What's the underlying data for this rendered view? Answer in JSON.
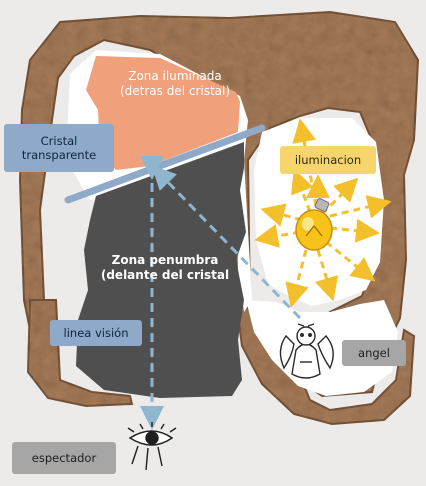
{
  "labels": {
    "zona_iluminada": [
      "Zona iluminada",
      "(detras del cristal)"
    ],
    "cristal": [
      "Cristal",
      "transparente"
    ],
    "zona_penumbra": [
      "Zona penumbra",
      "(delante del cristal"
    ],
    "linea_vision": "linea visión",
    "iluminacion": "iluminacion",
    "angel": "angel",
    "espectador": "espectador"
  },
  "icons": {
    "bulb": "light-bulb-icon",
    "angel": "angel-figure-icon",
    "eye": "eye-icon"
  },
  "colors": {
    "background": "#ecebea",
    "rock": "#a67b58",
    "rock_dark": "#7a5638",
    "lit_zone": "#f0a07b",
    "shadow_zone": "#4f4f4f",
    "glass": "#8fa9c9",
    "sight_line": "#8fb6cf",
    "light_rays": "#f3c02b",
    "bulb": "#f7c21a",
    "label_gray": "#a6a6a6",
    "label_yellow": "#f6d56c",
    "label_blue": "#8fa9c9"
  }
}
